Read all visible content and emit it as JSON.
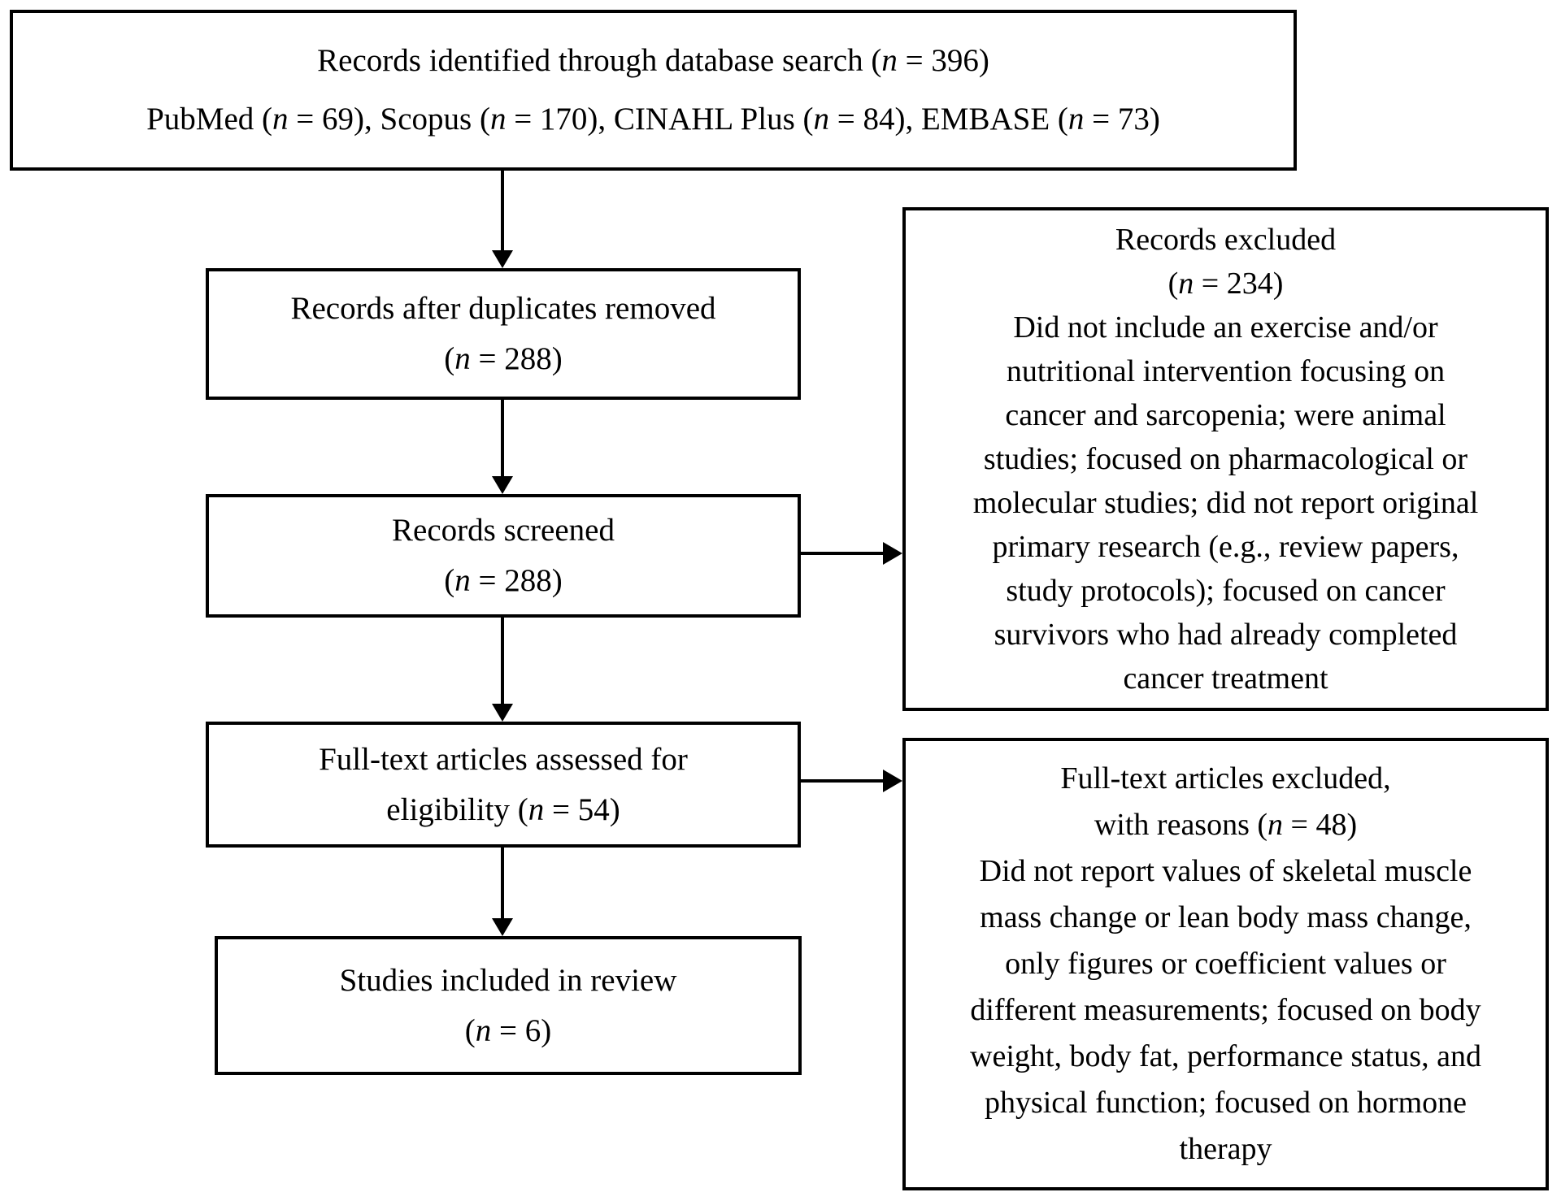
{
  "colors": {
    "ink": "#000000",
    "paper": "#ffffff"
  },
  "identification_box": {
    "lines": [
      "Records identified through database search (n = 396)",
      "PubMed (n = 69), Scopus (n = 170), CINAHL Plus (n = 84), EMBASE (n = 73)"
    ]
  },
  "duplicates_removed_box": {
    "lines": [
      "Records after duplicates removed",
      "(n = 288)"
    ]
  },
  "records_screened_box": {
    "lines": [
      "Records screened",
      "(n = 288)"
    ]
  },
  "fulltext_assessed_box": {
    "lines": [
      "Full-text articles assessed for",
      "eligibility (n = 54)"
    ]
  },
  "studies_included_box": {
    "lines": [
      "Studies included in review",
      "(n = 6)"
    ]
  },
  "records_excluded_box": {
    "lines": [
      "Records excluded",
      "(n = 234)",
      "Did not include an exercise and/or",
      "nutritional intervention focusing on",
      "cancer and sarcopenia; were animal",
      "studies; focused on pharmacological or",
      "molecular studies; did not report original",
      "primary research (e.g., review papers,",
      "study protocols); focused on cancer",
      "survivors who had already completed",
      "cancer treatment"
    ]
  },
  "fulltext_excluded_box": {
    "lines": [
      "Full-text articles excluded,",
      "with reasons (n = 48)",
      "Did not report values of skeletal muscle",
      "mass change or lean body mass change,",
      "only figures or coefficient values or",
      "different measurements; focused on body",
      "weight, body fat, performance status, and",
      "physical function; focused on hormone",
      "therapy"
    ]
  }
}
